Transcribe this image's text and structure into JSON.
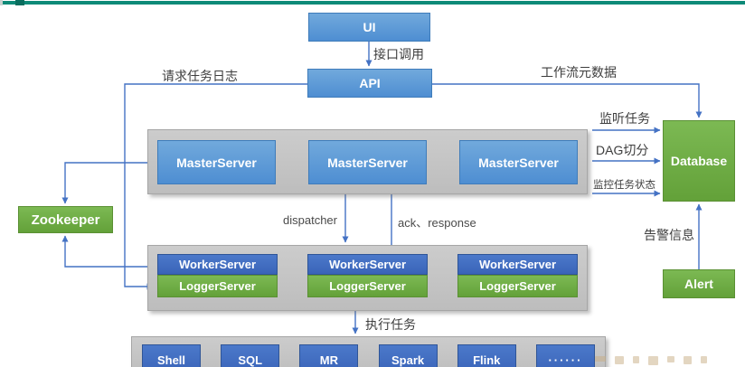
{
  "nodes": {
    "ui": {
      "label": "UI"
    },
    "api": {
      "label": "API"
    },
    "zookeeper": {
      "label": "Zookeeper"
    },
    "database": {
      "label": "Database"
    },
    "alert": {
      "label": "Alert"
    }
  },
  "master_group": {
    "servers": [
      "MasterServer",
      "MasterServer",
      "MasterServer"
    ]
  },
  "worker_group": {
    "pairs": [
      {
        "worker": "WorkerServer",
        "logger": "LoggerServer"
      },
      {
        "worker": "WorkerServer",
        "logger": "LoggerServer"
      },
      {
        "worker": "WorkerServer",
        "logger": "LoggerServer"
      }
    ]
  },
  "task_group": {
    "tasks": [
      "Shell",
      "SQL",
      "MR",
      "Spark",
      "Flink",
      "······"
    ]
  },
  "labels": {
    "interface_call": "接口调用",
    "request_task_log": "请求任务日志",
    "workflow_metadata": "工作流元数据",
    "listen_task": "监听任务",
    "dag_split": "DAG切分",
    "monitor_task_status": "监控任务状态",
    "dispatcher": "dispatcher",
    "ack_response": "ack、response",
    "alert_info": "告警信息",
    "execute_task": "执行任务"
  },
  "colors": {
    "light_blue": "#5b9bd5",
    "dark_blue": "#4472c4",
    "green": "#70ad47",
    "container_gray": "#c4c4c4",
    "line_blue": "#4472c4",
    "top_bar_teal": "#0e8a78"
  }
}
